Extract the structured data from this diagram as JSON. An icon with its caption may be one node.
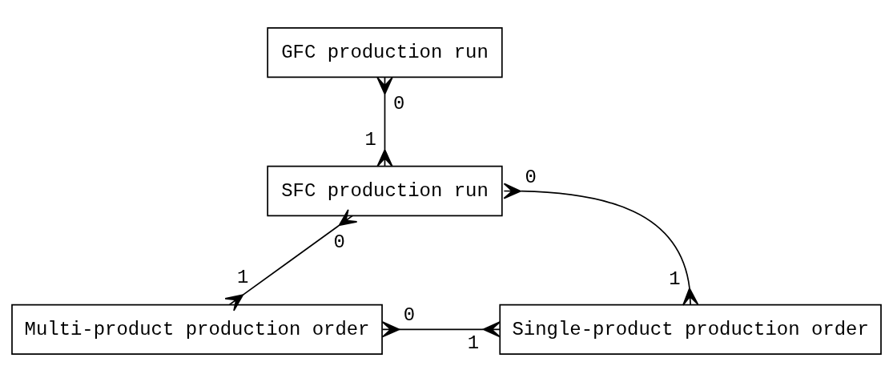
{
  "diagram": {
    "nodes": [
      {
        "text": [
          "GFC production run"
        ]
      },
      {
        "text": [
          "SFC production run"
        ]
      },
      {
        "text": [
          "Multi-product production order"
        ]
      },
      {
        "text": [
          "Single-product production order"
        ]
      }
    ],
    "edges": [
      {
        "from": 0,
        "to": 1,
        "arrow": "other"
      },
      {
        "from": 1,
        "to": 2,
        "arrow": "other"
      },
      {
        "from": 1,
        "to": 3,
        "arrow": "other"
      },
      {
        "from": 2,
        "to": 3,
        "arrow": "other"
      }
    ],
    "labels": [
      "0",
      "1",
      "0",
      "0",
      "1",
      "1",
      "0",
      "1"
    ]
  }
}
